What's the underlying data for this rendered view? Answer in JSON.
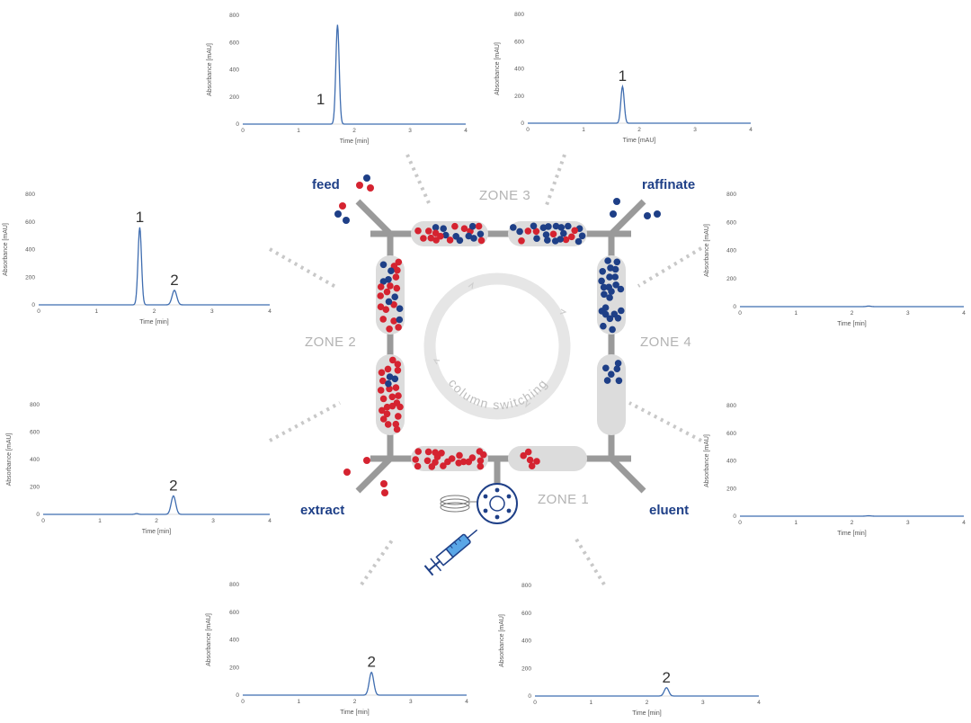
{
  "colors": {
    "series": "#3f6db0",
    "red": "#d52330",
    "blue": "#1e3f87",
    "pipe": "#9a9a9a",
    "column": "#dcdcdc",
    "zone": "#b3b3b3",
    "ring": "#e6e6e6"
  },
  "diagram": {
    "zones": {
      "zone1": "ZONE 1",
      "zone2": "ZONE 2",
      "zone3": "ZONE 3",
      "zone4": "ZONE 4"
    },
    "ports": {
      "feed": "feed",
      "raffinate": "raffinate",
      "extract": "extract",
      "eluent": "eluent"
    },
    "center": "column switching",
    "icons": [
      "sample-loop-icon",
      "injection-valve-icon",
      "syringe-icon"
    ]
  },
  "chart_data": [
    {
      "id": "top-left",
      "type": "line",
      "xlabel": "Time [min]",
      "ylabel": "Absorbance [mAU]",
      "xlim": [
        0,
        4
      ],
      "ylim": [
        0,
        800
      ],
      "xticks": [
        "0",
        "1",
        "2",
        "3",
        "4"
      ],
      "yticks": [
        "0",
        "200",
        "400",
        "600",
        "800"
      ],
      "peaks": [
        {
          "label": "1",
          "x": 1.7,
          "height": 730,
          "width": 0.03
        }
      ]
    },
    {
      "id": "top-right",
      "type": "line",
      "xlabel": "Time [mAU]",
      "ylabel": "Absorbance [mAU]",
      "xlim": [
        0,
        4
      ],
      "ylim": [
        0,
        800
      ],
      "xticks": [
        "0",
        "1",
        "2",
        "3",
        "4"
      ],
      "yticks": [
        "0",
        "200",
        "400",
        "600",
        "800"
      ],
      "peaks": [
        {
          "label": "1",
          "x": 1.7,
          "height": 270,
          "width": 0.03
        }
      ]
    },
    {
      "id": "middle-left",
      "type": "line",
      "xlabel": "Time [min]",
      "ylabel": "Absorbance [mAU]",
      "xlim": [
        0,
        4
      ],
      "ylim": [
        0,
        800
      ],
      "xticks": [
        "0",
        "1",
        "2",
        "3",
        "4"
      ],
      "yticks": [
        "0",
        "200",
        "400",
        "600",
        "800"
      ],
      "peaks": [
        {
          "label": "1",
          "x": 1.75,
          "height": 560,
          "width": 0.03
        },
        {
          "label": "2",
          "x": 2.35,
          "height": 105,
          "width": 0.04
        }
      ]
    },
    {
      "id": "middle-right",
      "type": "line",
      "xlabel": "Time [min]",
      "ylabel": "Absorbance [mAU]",
      "xlim": [
        0,
        4
      ],
      "ylim": [
        0,
        800
      ],
      "xticks": [
        "0",
        "1",
        "2",
        "3",
        "4"
      ],
      "yticks": [
        "0",
        "200",
        "400",
        "600",
        "800"
      ],
      "peaks": [
        {
          "label": "",
          "x": 2.3,
          "height": 4,
          "width": 0.04
        }
      ]
    },
    {
      "id": "lower-left",
      "type": "line",
      "xlabel": "Time [min]",
      "ylabel": "Absorbance [mAU]",
      "xlim": [
        0,
        4
      ],
      "ylim": [
        0,
        800
      ],
      "xticks": [
        "0",
        "1",
        "2",
        "3",
        "4"
      ],
      "yticks": [
        "0",
        "200",
        "400",
        "600",
        "800"
      ],
      "peaks": [
        {
          "label": "",
          "x": 1.65,
          "height": 6,
          "width": 0.03
        },
        {
          "label": "2",
          "x": 2.3,
          "height": 135,
          "width": 0.04
        }
      ]
    },
    {
      "id": "lower-right",
      "type": "line",
      "xlabel": "Time [min]",
      "ylabel": "Absorbance [mAU]",
      "xlim": [
        0,
        4
      ],
      "ylim": [
        0,
        800
      ],
      "xticks": [
        "0",
        "1",
        "2",
        "3",
        "4"
      ],
      "yticks": [
        "0",
        "200",
        "400",
        "600",
        "800"
      ],
      "peaks": [
        {
          "label": "",
          "x": 2.3,
          "height": 3,
          "width": 0.04
        }
      ]
    },
    {
      "id": "bottom-left",
      "type": "line",
      "xlabel": "Time [min]",
      "ylabel": "Absorbance [mAU]",
      "xlim": [
        0,
        4
      ],
      "ylim": [
        0,
        800
      ],
      "xticks": [
        "0",
        "1",
        "2",
        "3",
        "4"
      ],
      "yticks": [
        "0",
        "200",
        "400",
        "600",
        "800"
      ],
      "peaks": [
        {
          "label": "2",
          "x": 2.3,
          "height": 165,
          "width": 0.04
        }
      ]
    },
    {
      "id": "bottom-right",
      "type": "line",
      "xlabel": "Time [min]",
      "ylabel": "Absorbance [mAU]",
      "xlim": [
        0,
        4
      ],
      "ylim": [
        0,
        800
      ],
      "xticks": [
        "0",
        "1",
        "2",
        "3",
        "4"
      ],
      "yticks": [
        "0",
        "200",
        "400",
        "600",
        "800"
      ],
      "peaks": [
        {
          "label": "2",
          "x": 2.35,
          "height": 60,
          "width": 0.04
        }
      ]
    }
  ]
}
